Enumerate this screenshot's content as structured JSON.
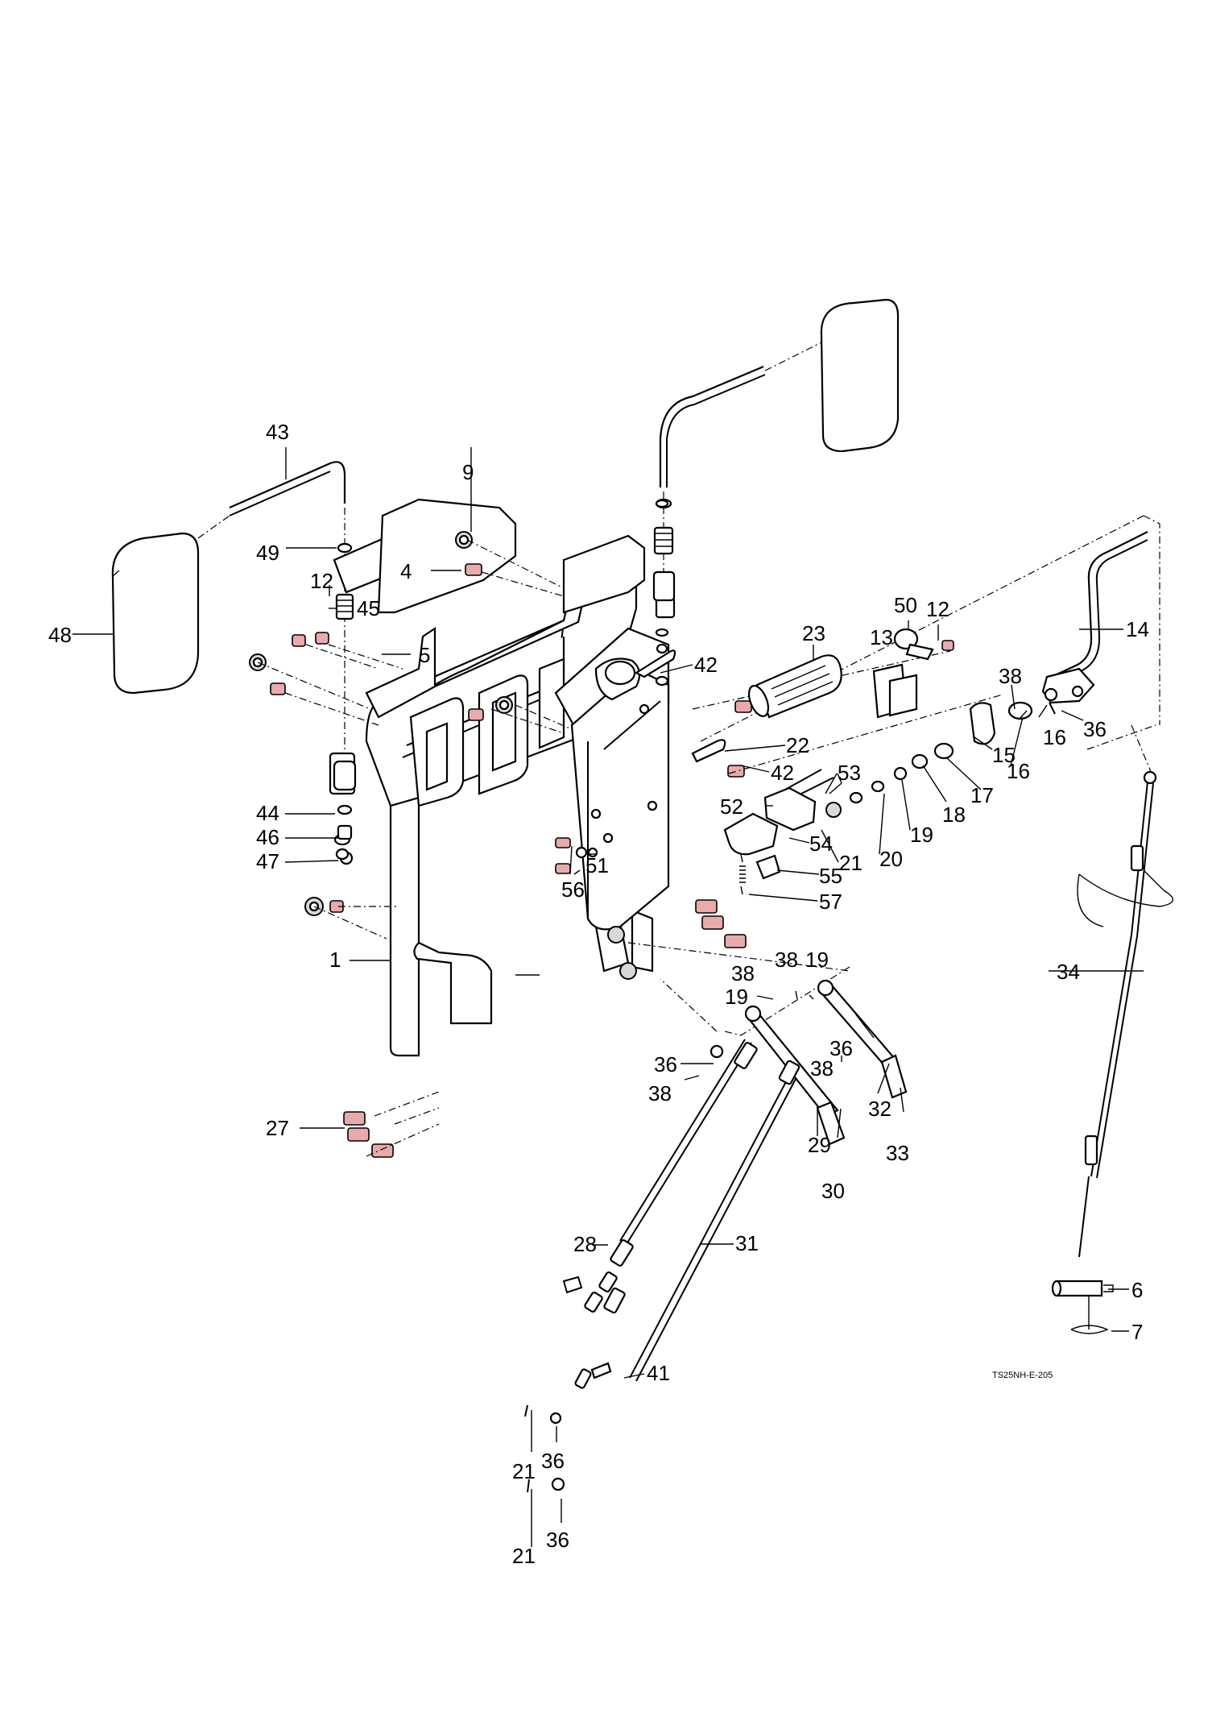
{
  "labels": {
    "l1": "1",
    "l4": "4",
    "l5": "5",
    "l6": "6",
    "l7": "7",
    "l9": "9",
    "l12a": "12",
    "l12b": "12",
    "l13": "13",
    "l14": "14",
    "l15": "15",
    "l16a": "16",
    "l16b": "16",
    "l17": "17",
    "l18": "18",
    "l19a": "19",
    "l19b": "19",
    "l19c": "19",
    "l20": "20",
    "l21a": "21",
    "l21b": "21",
    "l21c": "21",
    "l22": "22",
    "l23": "23",
    "l27": "27",
    "l28": "28",
    "l29": "29",
    "l30": "30",
    "l31": "31",
    "l32": "32",
    "l33": "33",
    "l34": "34",
    "l36a": "36",
    "l36b": "36",
    "l36c": "36",
    "l36d": "36",
    "l36e": "36",
    "l38a": "38",
    "l38b": "38",
    "l38c": "38",
    "l38d": "38",
    "l38e": "38",
    "l41": "41",
    "l42a": "42",
    "l42b": "42",
    "l43": "43",
    "l44": "44",
    "l45": "45",
    "l46": "46",
    "l47": "47",
    "l48": "48",
    "l49": "49",
    "l50": "50",
    "l51": "51",
    "l52": "52",
    "l53": "53",
    "l54": "54",
    "l55": "55",
    "l56": "56",
    "l57": "57"
  },
  "drawing_code": "TS25NH-E-205"
}
